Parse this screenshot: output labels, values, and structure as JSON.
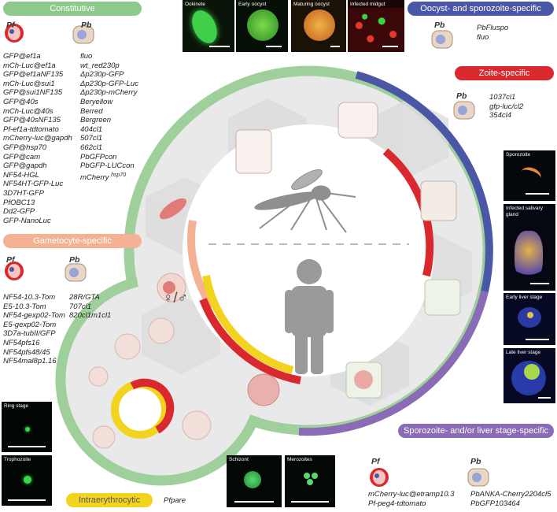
{
  "categories": {
    "constitutive": "Constitutive",
    "gametocyte": "Gametocyte-specific",
    "intraerythrocytic": "Intraerythrocytic",
    "oocyst_sporozoite": "Oocyst- and sporozoite-specific",
    "zoite": "Zoite-specific",
    "sporozoite_liver": "Sporozoite- and/or liver stage-specific"
  },
  "species": {
    "pf": "Pf",
    "pb": "Pb"
  },
  "constitutive": {
    "pf": [
      "GFP@ef1a",
      "mCh-Luc@ef1a",
      "GFP@ef1aNF135",
      "mCh-Luc@sui1",
      "GFP@sui1NF135",
      "GFP@40s",
      "mCh-Luc@40s",
      "GFP@40sNF135",
      "Pf-ef1a-tdtomato",
      "mCherry-luc@gapdh",
      "GFP@hsp70",
      "GFP@cam",
      "GFP@gapdh",
      "NF54-HGL",
      "NF54HT-GFP-Luc",
      "3D7HT-GFP",
      "PfOBC13",
      "Dd2-GFP",
      "GFP-NanoLuc"
    ],
    "pb": [
      "fluo",
      "wt_red230p",
      "Δp230p-GFP",
      "Δp230p-GFP-Luc",
      "Δp230p-mCherry",
      "Beryellow",
      "Berred",
      "Bergreen",
      "404cl1",
      "507cl1",
      "662cl1",
      "PbGFPcon",
      "PbGFP-LUCcon"
    ],
    "pb_last": "mCherry",
    "pb_last_sup": "hsp70"
  },
  "gametocyte": {
    "pf": [
      "NF54-10.3-Tom",
      "E5-10.3-Tom",
      "NF54-gexp02-Tom",
      "E5-gexp02-Tom",
      "3D7a-tubII/GFP",
      "NF54pfs16",
      "NF54pfs48/45",
      "NF54mal8p1.16"
    ],
    "pb": [
      "28R/GTA",
      "707cl1",
      "820cl1m1cl1"
    ]
  },
  "intraerythrocytic": {
    "pf": [
      "Pfpare"
    ]
  },
  "oocyst_sporozoite": {
    "pb": [
      "PbFluspo",
      "fluo"
    ]
  },
  "zoite": {
    "pb": [
      "1037cl1",
      "gfp-luc/cl2",
      "354cl4"
    ]
  },
  "sporozoite_liver": {
    "pf": [
      "mCherry-luc@etramp10.3",
      "Pf-peg4-tdtomato"
    ],
    "pb": [
      "PbANKA-Cherry2204cl5",
      "PbGFP103464"
    ]
  },
  "micrographs": {
    "ookinete": "Ookinete",
    "early_oocyst": "Early oocyst",
    "maturing_oocyst": "Maturing oocyst",
    "infected_midgut": "Infected midgut",
    "sporozoite": "Sporozoite",
    "infected_salivary_gland": "Infected salivary gland",
    "early_liver_stage": "Early liver stage",
    "late_liver_stage": "Late liver stage",
    "ring_stage": "Ring stage",
    "trophozoite": "Trophozoite",
    "schizont": "Schizont",
    "merozoites": "Merozoites"
  },
  "sex_symbols": "♀/♂",
  "colors": {
    "constitutive": "#8cc98a",
    "gametocyte": "#f4b193",
    "intraerythrocytic": "#f2d41f",
    "oocyst_sporozoite": "#4a57a6",
    "zoite": "#d9282e",
    "sporozoite_liver": "#8a6bb5"
  }
}
